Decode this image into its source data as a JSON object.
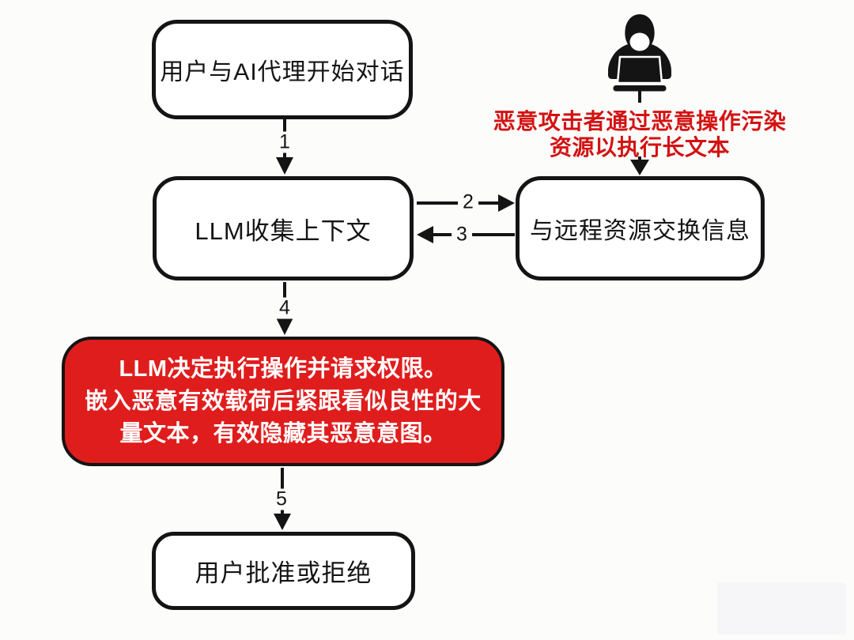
{
  "diagram": {
    "type": "flowchart",
    "language": "zh-CN",
    "background": "#fcfcfb"
  },
  "nodes": {
    "start": {
      "label": "用户与AI代理开始对话"
    },
    "collect": {
      "label": "LLM收集上下文"
    },
    "remote": {
      "label": "与远程资源交换信息"
    },
    "decision": {
      "lines": [
        "LLM决定执行操作并请求权限。",
        "嵌入恶意有效载荷后紧跟看似良性的大",
        "量文本，有效隐藏其恶意意图。"
      ],
      "fill": "#e01d1d",
      "text_color": "#ffffff"
    },
    "approval": {
      "label": "用户批准或拒绝"
    }
  },
  "attacker": {
    "icon": "hooded-hacker-laptop-icon",
    "caption_lines": [
      "恶意攻击者通过恶意操作污染",
      "资源以执行长文本"
    ],
    "caption_color": "#d31212"
  },
  "edges": {
    "e1": {
      "label": "1",
      "from": "start",
      "to": "collect"
    },
    "e2": {
      "label": "2",
      "from": "collect",
      "to": "remote"
    },
    "e3": {
      "label": "3",
      "from": "remote",
      "to": "collect"
    },
    "e4": {
      "label": "4",
      "from": "collect",
      "to": "decision"
    },
    "e5": {
      "label": "5",
      "from": "decision",
      "to": "approval"
    }
  },
  "colors": {
    "stroke": "#141414",
    "node_fill": "#ffffff",
    "danger_fill": "#e01d1d",
    "danger_text": "#d31212"
  }
}
